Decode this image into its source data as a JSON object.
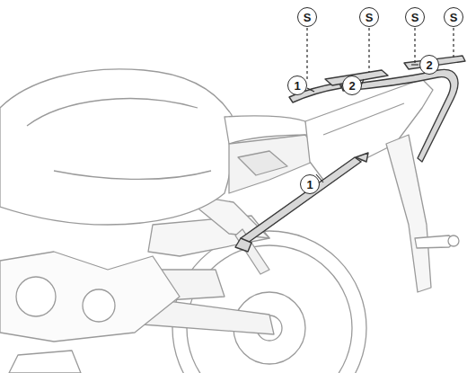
{
  "diagram": {
    "nodes": [
      {
        "text": [
          "S"
        ]
      },
      {
        "text": [
          "S"
        ]
      },
      {
        "text": [
          "S"
        ]
      },
      {
        "text": [
          "S"
        ]
      },
      {
        "text": [
          "2"
        ]
      },
      {
        "text": [
          "1"
        ]
      },
      {
        "text": [
          "2"
        ]
      },
      {
        "text": [
          "1"
        ]
      }
    ]
  }
}
